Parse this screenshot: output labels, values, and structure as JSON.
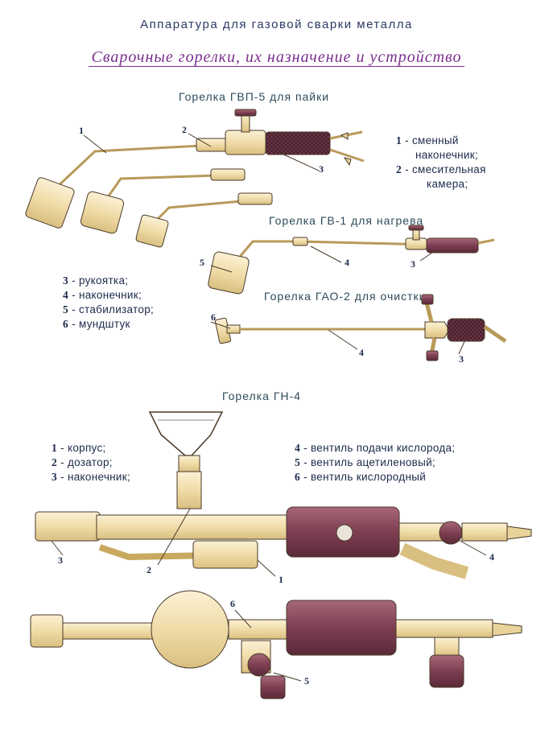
{
  "title": "Аппаратура для газовой сварки металла",
  "subtitle": "Сварочные горелки, их назначение и устройство",
  "sections": {
    "gvp5": "Горелка ГВП-5 для пайки",
    "gv1": "Горелка ГВ-1 для нагрева",
    "gao2": "Горелка ГАО-2 для очистки",
    "gn4": "Горелка ГН-4"
  },
  "legend_top_right": [
    {
      "num": "1",
      "text": "- сменный"
    },
    {
      "num": "",
      "text": "наконечник;"
    },
    {
      "num": "2",
      "text": "- смесительная"
    },
    {
      "num": "",
      "text": "камера;"
    }
  ],
  "legend_mid_left": [
    {
      "num": "3",
      "text": "- рукоятка;"
    },
    {
      "num": "4",
      "text": "- наконечник;"
    },
    {
      "num": "5",
      "text": "- стабилизатор;"
    },
    {
      "num": "6",
      "text": "- мундштук"
    }
  ],
  "legend_gn4_left": [
    {
      "num": "1",
      "text": "- корпус;"
    },
    {
      "num": "2",
      "text": "- дозатор;"
    },
    {
      "num": "3",
      "text": "- наконечник;"
    }
  ],
  "legend_gn4_right": [
    {
      "num": "4",
      "text": "- вентиль подачи кислорода;"
    },
    {
      "num": "5",
      "text": "- вентиль ацетиленовый;"
    },
    {
      "num": "6",
      "text": "- вентиль кислородный"
    }
  ],
  "callouts": {
    "gvp5": [
      "1",
      "2",
      "3"
    ],
    "gv1": [
      "5",
      "4",
      "3"
    ],
    "gao2": [
      "6",
      "4",
      "3"
    ],
    "gn4_section": [
      "3",
      "2",
      "1",
      "4"
    ],
    "gn4_side": [
      "6",
      "5"
    ]
  },
  "colors": {
    "title": "#2d3a64",
    "subtitle": "#7a2f8e",
    "brass": "#f2e2b6",
    "handle": "#8a4a5e",
    "outline": "#4a3a2a"
  }
}
